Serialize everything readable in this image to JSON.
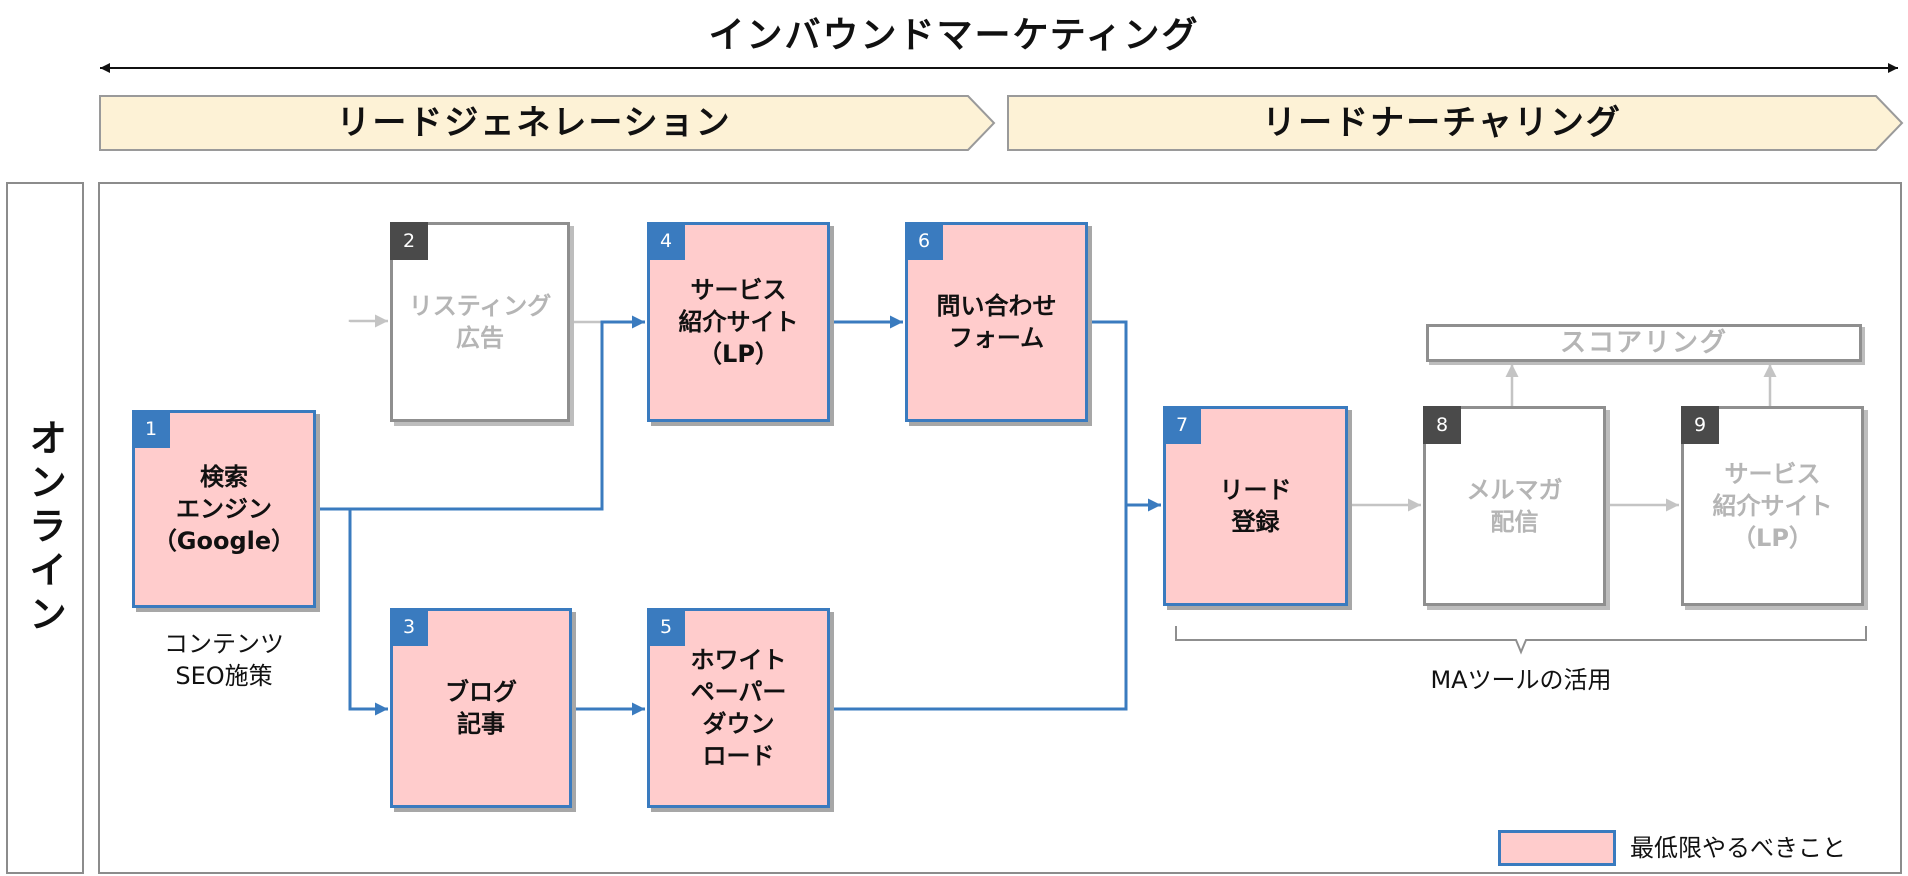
{
  "title": "インバウンドマーケティング",
  "phases": [
    {
      "label": "リードジェネレーション"
    },
    {
      "label": "リードナーチャリング"
    }
  ],
  "side_label": "オンライン",
  "nodes": [
    {
      "number": "1",
      "label": "検索\nエンジン\n（Google）",
      "status": "active"
    },
    {
      "number": "2",
      "label": "リスティング\n広告",
      "status": "inactive"
    },
    {
      "number": "3",
      "label": "ブログ\n記事",
      "status": "active"
    },
    {
      "number": "4",
      "label": "サービス\n紹介サイト\n（LP）",
      "status": "active"
    },
    {
      "number": "5",
      "label": "ホワイト\nペーパー\nダウン\nロード",
      "status": "active"
    },
    {
      "number": "6",
      "label": "問い合わせ\nフォーム",
      "status": "active"
    },
    {
      "number": "7",
      "label": "リード\n登録",
      "status": "active"
    },
    {
      "number": "8",
      "label": "メルマガ\n配信",
      "status": "inactive"
    },
    {
      "number": "9",
      "label": "サービス\n紹介サイト\n（LP）",
      "status": "inactive"
    }
  ],
  "scoring_label": "スコアリング",
  "captions": {
    "content_seo": "コンテンツ\nSEO施策",
    "ma_tools": "MAツールの活用"
  },
  "legend": {
    "label": "最低限やるべきこと",
    "swatch_color": "#ffcccc"
  },
  "colors": {
    "active_border": "#3a7bbf",
    "active_fill": "#ffcccc",
    "inactive_border": "#8f8f8f",
    "phase_fill": "#fdf2d6",
    "flow_active": "#3a7bbf",
    "flow_inactive": "#c4c4c4"
  }
}
